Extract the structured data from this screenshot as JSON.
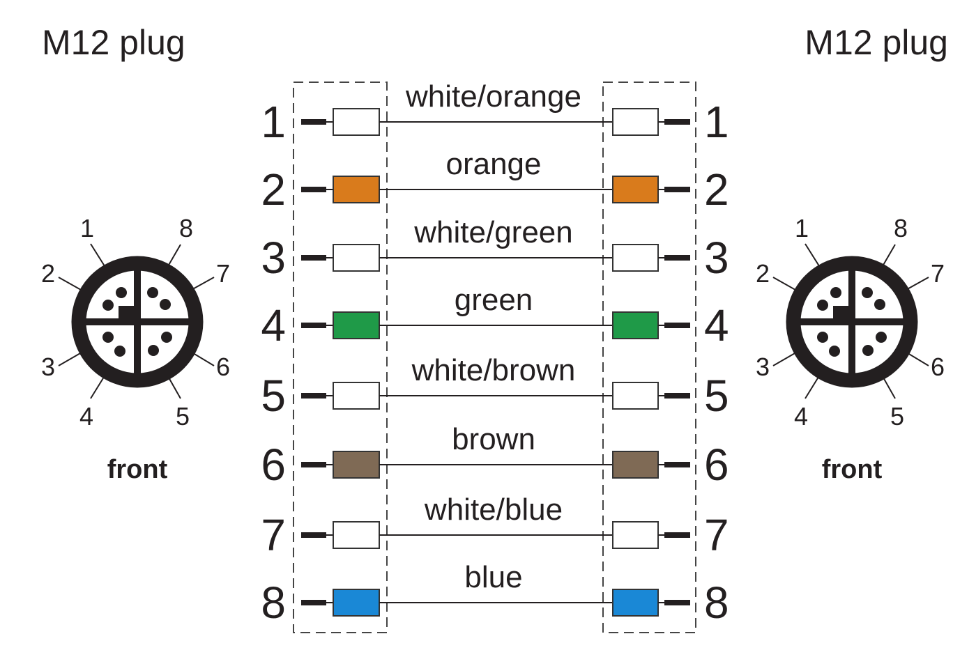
{
  "left_title": "M12 plug",
  "right_title": "M12 plug",
  "front_label_left": "front",
  "front_label_right": "front",
  "connector_pin_labels": [
    "1",
    "2",
    "3",
    "4",
    "5",
    "6",
    "7",
    "8"
  ],
  "wires": [
    {
      "pin": "1",
      "label": "white/orange",
      "color": "#ffffff"
    },
    {
      "pin": "2",
      "label": "orange",
      "color": "#d97b1c"
    },
    {
      "pin": "3",
      "label": "white/green",
      "color": "#ffffff"
    },
    {
      "pin": "4",
      "label": "green",
      "color": "#1f9a48"
    },
    {
      "pin": "5",
      "label": "white/brown",
      "color": "#ffffff"
    },
    {
      "pin": "6",
      "label": "brown",
      "color": "#7f6a55"
    },
    {
      "pin": "7",
      "label": "white/blue",
      "color": "#ffffff"
    },
    {
      "pin": "8",
      "label": "blue",
      "color": "#1a88d6"
    }
  ]
}
